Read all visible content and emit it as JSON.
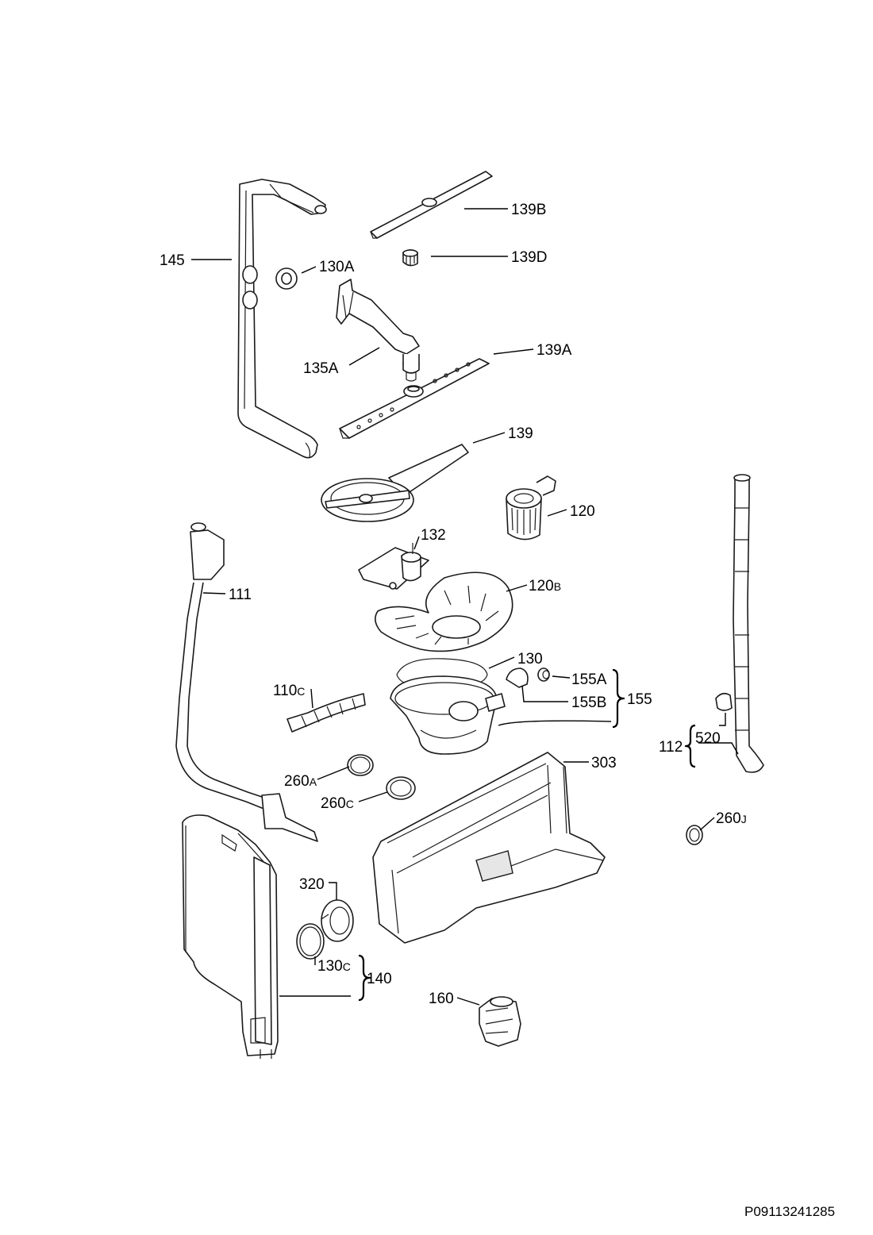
{
  "labels": {
    "l145": "145",
    "l130A": "130A",
    "l139B": "139B",
    "l139D": "139D",
    "l135A": "135A",
    "l139A": "139A",
    "l139": "139",
    "l120": "120",
    "l132": "132",
    "l111": "111",
    "l120B": {
      "main": "120",
      "sub": "B"
    },
    "l130": "130",
    "l110C": {
      "main": "110",
      "sub": "C"
    },
    "l155A": "155A",
    "l155B": "155B",
    "l155": "155",
    "l520": "520",
    "l112": "112",
    "l303": "303",
    "l260A": {
      "main": "260",
      "sub": "A"
    },
    "l260C": {
      "main": "260",
      "sub": "C"
    },
    "l260J": {
      "main": "260",
      "sub": "J"
    },
    "l320": "320",
    "l130C": {
      "main": "130",
      "sub": "C"
    },
    "l140": "140",
    "l160": "160"
  },
  "reference_code": "P09113241285"
}
